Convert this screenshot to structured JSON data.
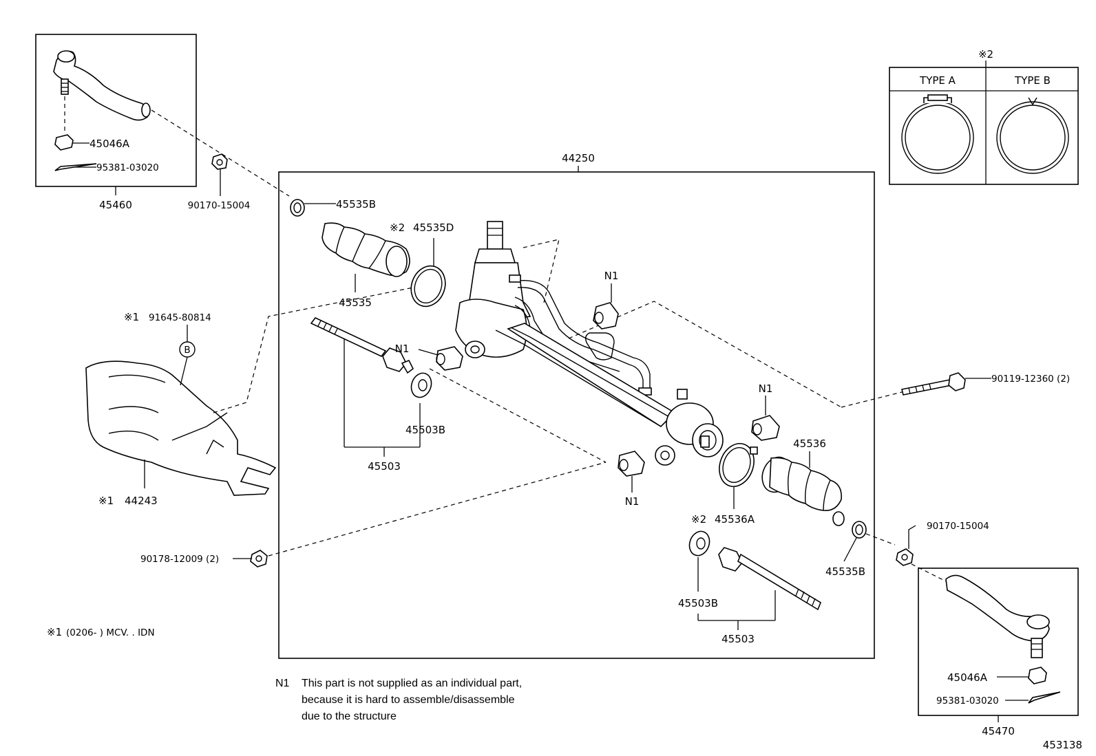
{
  "labels": {
    "assembly": "44250",
    "tie_rod_end_left": "45460",
    "tie_rod_end_right": "45470",
    "nut_45046A_left": "45046A",
    "nut_45046A_right": "45046A",
    "cotter_pin_left": "95381-03020",
    "cotter_pin_right": "95381-03020",
    "nut_90170_left": "90170-15004",
    "nut_90170_right": "90170-15004",
    "clip_45535B_top": "45535B",
    "clip_45535B_bottom": "45535B",
    "band_45535D": "45535D",
    "boot_45535": "45535",
    "boot_45536": "45536",
    "band_45536A": "45536A",
    "inner_rod_left": "45503",
    "inner_rod_right": "45503",
    "washer_left": "45503B",
    "washer_right": "45503B",
    "n1_top": "N1",
    "n1_mid": "N1",
    "n1_right": "N1",
    "n1_bottom": "N1",
    "bolt_90119": "90119-12360 (2)",
    "nut_90178": "90178-12009 (2)",
    "plate_clip": "91645-80814",
    "plate_clip_circle": "B",
    "cover_44243": "44243",
    "mark_1": "※1",
    "mark_2": "※2",
    "footnote_mark": "※1",
    "footnote_text": "(0206-        ) MCV. . IDN",
    "diagram_id": "453138"
  },
  "type_inset": {
    "mark": "※2",
    "type_a": "TYPE  A",
    "type_b": "TYPE  B"
  },
  "note": {
    "key": "N1",
    "line1": "This part is not supplied as an individual part,",
    "line2": "because it is hard to assemble/disassemble",
    "line3": "due to the structure"
  }
}
